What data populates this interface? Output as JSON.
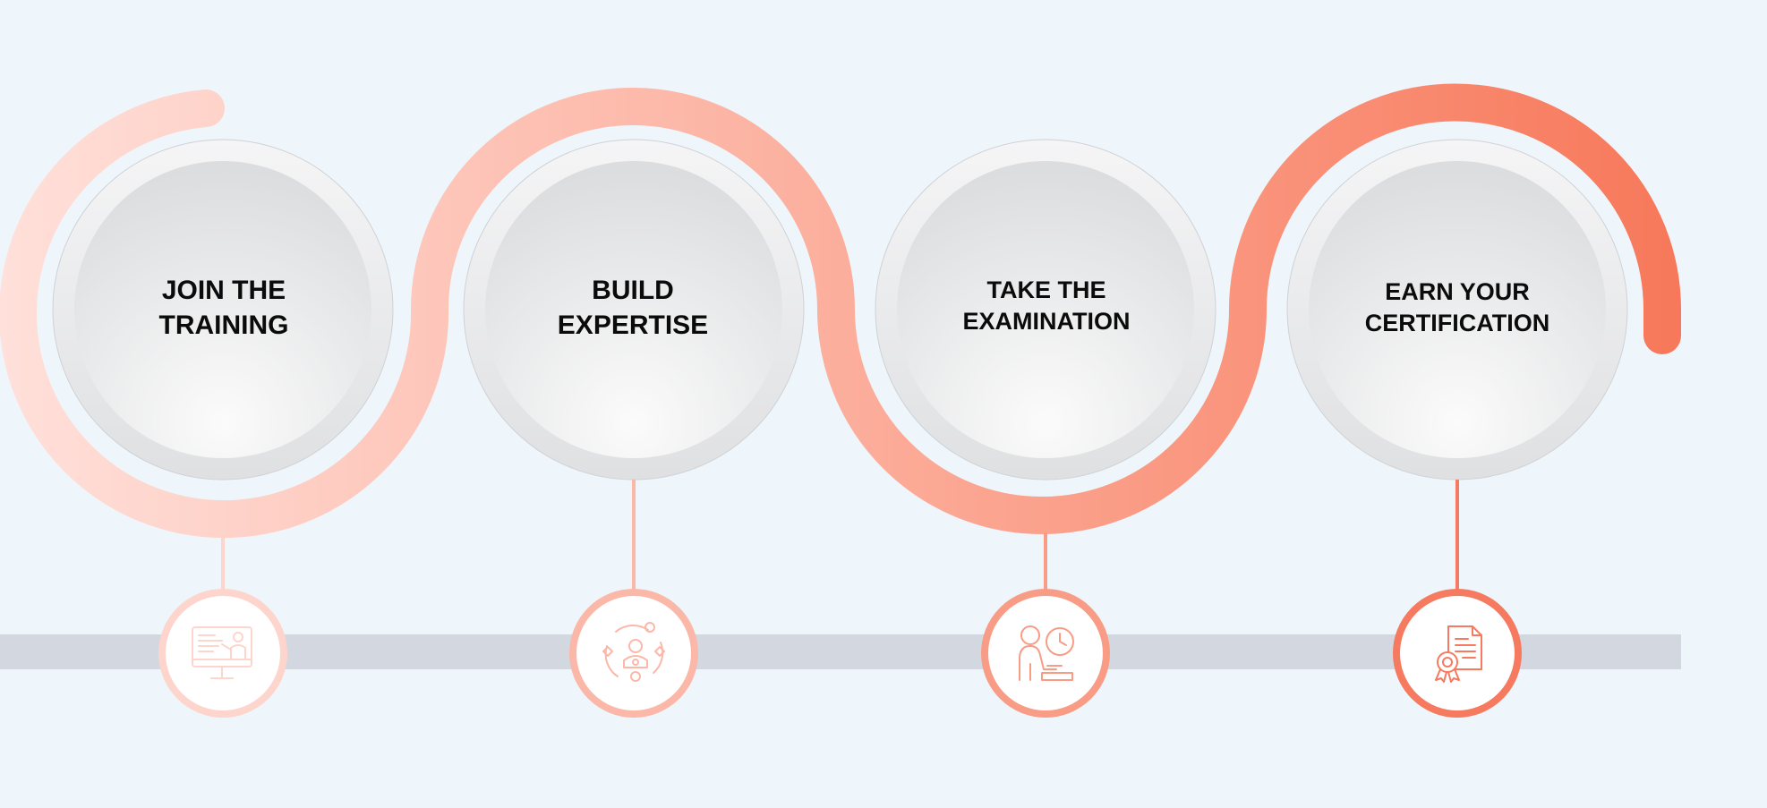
{
  "steps": [
    {
      "label": "JOIN THE\nTRAINING",
      "icon": "training-presentation-icon",
      "color": "#fdd5cc"
    },
    {
      "label": "BUILD\nEXPERTISE",
      "icon": "expertise-network-icon",
      "color": "#fbb8a8"
    },
    {
      "label": "TAKE THE\nEXAMINATION",
      "icon": "examination-timer-icon",
      "color": "#f99c86"
    },
    {
      "label": "EARN YOUR\nCERTIFICATION",
      "icon": "certificate-award-icon",
      "color": "#f57a5f"
    }
  ],
  "colors": {
    "background": "#eef6fc",
    "track": "#d3d7df",
    "gradient_start": "#ffe0da",
    "gradient_end": "#f7785a"
  }
}
